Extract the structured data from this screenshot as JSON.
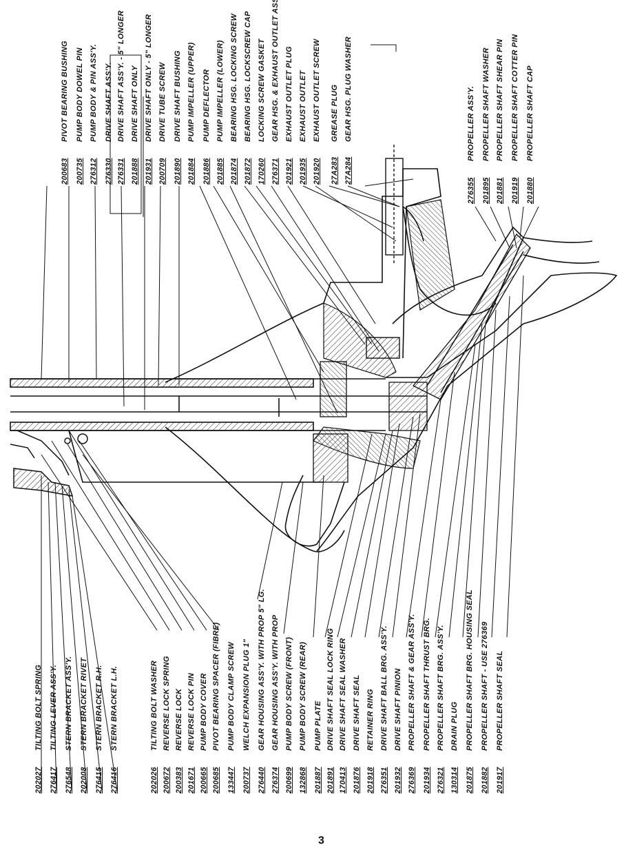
{
  "page_number": "3",
  "parts_bottom": [
    {
      "no": "202027",
      "name": "TILTING  BOLT  SPRING"
    },
    {
      "no": "276417",
      "name": "TILTING  LEVER  ASS'Y."
    },
    {
      "no": "276548",
      "name": "STERN  BRACKET  ASS'Y."
    },
    {
      "no": "202008",
      "name": "STERN  BRACKET  RIVET"
    },
    {
      "no": "276415",
      "name": "STERN  BRACKET  R.H."
    },
    {
      "no": "276416",
      "name": "STERN  BRACKET  L.H."
    },
    {
      "no": "202026",
      "name": "TILTING  BOLT  WASHER"
    },
    {
      "no": "200672",
      "name": "REVERSE  LOCK  SPRING"
    },
    {
      "no": "200383",
      "name": "REVERSE  LOCK"
    },
    {
      "no": "201671",
      "name": "REVERSE  LOCK  PIN"
    },
    {
      "no": "200665",
      "name": "PUMP  BODY  COVER"
    },
    {
      "no": "200685",
      "name": "PIVOT  BEARING  SPACER (FIBRE)"
    },
    {
      "no": "133447",
      "name": "PUMP  BODY  CLAMP  SCREW"
    },
    {
      "no": "200737",
      "name": "WELCH  EXPANSION  PLUG  1\""
    },
    {
      "no": "276440",
      "name": "GEAR  HOUSING  ASS'Y.  WITH  PROP  5\" LG."
    },
    {
      "no": "276374",
      "name": "GEAR  HOUSING  ASS'Y.  WITH  PROP"
    },
    {
      "no": "200699",
      "name": "PUMP  BODY  SCREW (FRONT)"
    },
    {
      "no": "132868",
      "name": "PUMP  BODY  SCREW (REAR)"
    },
    {
      "no": "201887",
      "name": "PUMP  PLATE"
    },
    {
      "no": "201891",
      "name": "DRIVE  SHAFT  SEAL  LOCK  RING"
    },
    {
      "no": "170413",
      "name": "DRIVE  SHAFT  SEAL  WASHER"
    },
    {
      "no": "201876",
      "name": "DRIVE  SHAFT    SEAL"
    },
    {
      "no": "201918",
      "name": "RETAINER  RING"
    },
    {
      "no": "276351",
      "name": "DRIVE  SHAFT  BALL  BRG.  ASS'Y."
    },
    {
      "no": "201932",
      "name": "DRIVE  SHAFT  PINION"
    },
    {
      "no": "276369",
      "name": "PROPELLER  SHAFT  &  GEAR  ASS'Y."
    },
    {
      "no": "201934",
      "name": "PROPELLER  SHAFT  THRUST  BRG."
    },
    {
      "no": "276321",
      "name": "PROPELLER  SHAFT  BRG.  ASS'Y."
    },
    {
      "no": "130314",
      "name": "DRAIN  PLUG"
    },
    {
      "no": "201875",
      "name": "PROPELLER    SHAFT  BRG.  HOUSING  SEAL"
    },
    {
      "no": "201882",
      "name": "PROPELLER    SHAFT - USE  276369"
    },
    {
      "no": "201917",
      "name": "PROPELLER    SHAFT    SEAL"
    }
  ],
  "parts_top": [
    {
      "no": "200683",
      "name": "PIVOT  BEARING  BUSHING"
    },
    {
      "no": "200735",
      "name": "PUMP  BODY  DOWEL  PIN"
    },
    {
      "no": "276312",
      "name": "PUMP  BODY  &  PIN  ASS'Y."
    },
    {
      "no": "276330",
      "name": "DRIVE  SHAFT  ASS'Y."
    },
    {
      "no": "276331",
      "name": "DRIVE  SHAFT  ASS'Y. - 5\" LONGER"
    },
    {
      "no": "201888",
      "name": "DRIVE  SHAFT  ONLY"
    },
    {
      "no": "201931",
      "name": "DRIVE  SHAFT  ONLY - 5\" LONGER"
    },
    {
      "no": "200709",
      "name": "DRIVE  TUBE  SCREW"
    },
    {
      "no": "201890",
      "name": "DRIVE  SHAFT  BUSHING"
    },
    {
      "no": "201884",
      "name": "PUMP  IMPELLER (UPPER)"
    },
    {
      "no": "201886",
      "name": "PUMP  DEFLECTOR"
    },
    {
      "no": "201885",
      "name": "PUMP  IMPELLER (LOWER)"
    },
    {
      "no": "201874",
      "name": "BEARING  HSG.  LOCKING  SCREW"
    },
    {
      "no": "201872",
      "name": "BEARING  HSG.  LOCKSCREW  CAP"
    },
    {
      "no": "170260",
      "name": "LOCKING  SCREW  GASKET"
    },
    {
      "no": "276371",
      "name": "GEAR  HSG.  &  EXHAUST  OUTLET  ASS'Y."
    },
    {
      "no": "201921",
      "name": "EXHAUST  OUTLET  PLUG"
    },
    {
      "no": "201935",
      "name": "EXHAUST  OUTLET"
    },
    {
      "no": "201920",
      "name": "EXHAUST  OUTLET  SCREW"
    },
    {
      "no": "27A283",
      "name": "GREASE  PLUG"
    },
    {
      "no": "27A284",
      "name": "GEAR  HSG.  PLUG  WASHER"
    },
    {
      "no": "276355",
      "name": "PROPELLER   ASS'Y."
    },
    {
      "no": "201895",
      "name": "PROPELLER   SHAFT  WASHER"
    },
    {
      "no": "201881",
      "name": "PROPELLER   SHAFT  SHEAR  PIN"
    },
    {
      "no": "201919",
      "name": "PROPELLER   SHAFT  COTTER  PIN"
    },
    {
      "no": "201880",
      "name": "PROPELLER   SHAFT  CAP"
    }
  ]
}
